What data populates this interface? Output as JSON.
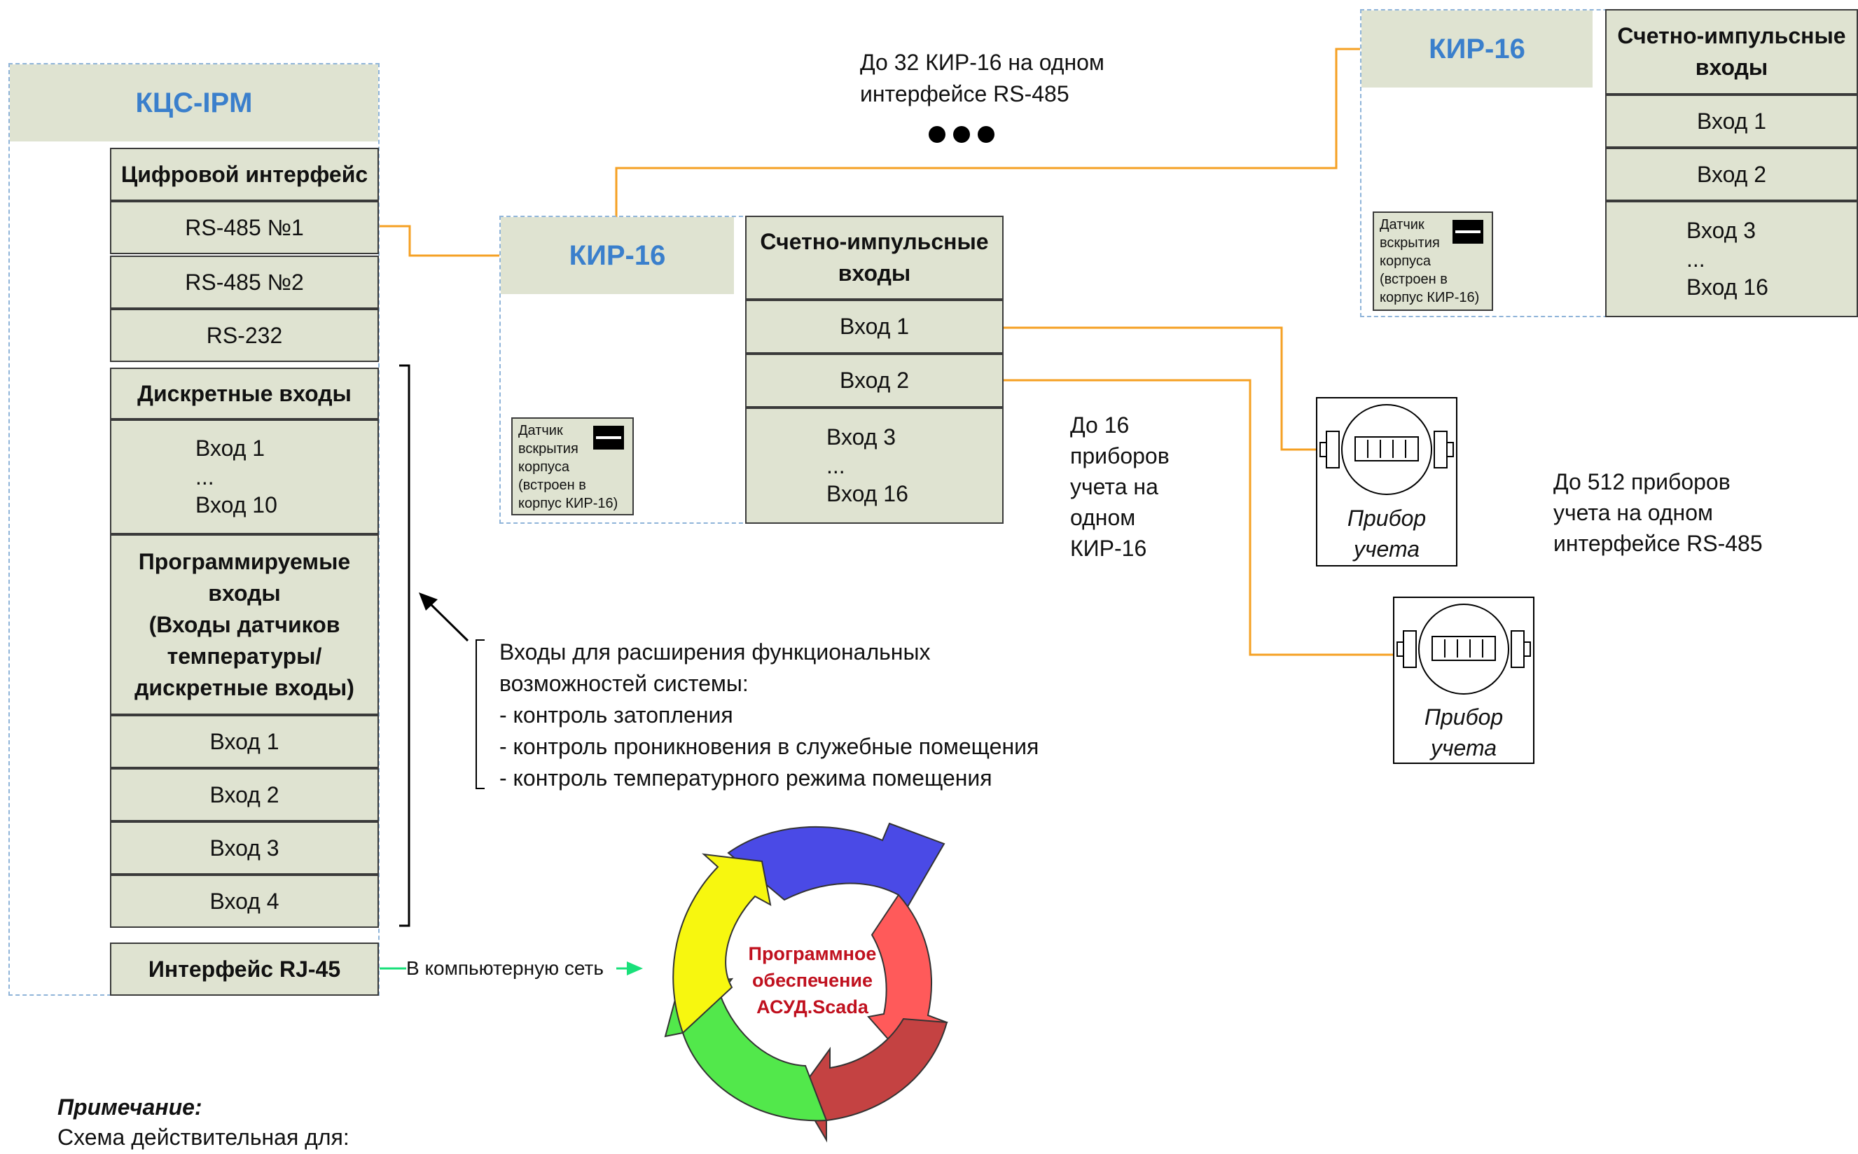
{
  "kcs": {
    "title": "КЦС-IPM",
    "digital_header": "Цифровой интерфейс",
    "rs485_1": "RS-485 №1",
    "rs485_2": "RS-485 №2",
    "rs232": "RS-232",
    "discrete_header": "Дискретные входы",
    "discrete_first": "Вход 1",
    "discrete_ellipsis": "...",
    "discrete_last": "Вход 10",
    "prog_header_lines": [
      "Программируемые",
      "входы",
      "(Входы датчиков",
      "температуры/",
      "дискретные входы)"
    ],
    "prog_inputs": [
      "Вход 1",
      "Вход 2",
      "Вход 3",
      "Вход 4"
    ],
    "rj45": "Интерфейс RJ-45"
  },
  "kir_main": {
    "title": "КИР-16",
    "pulse_header_lines": [
      "Счетно-импульсные",
      "входы"
    ],
    "input1": "Вход 1",
    "input2": "Вход 2",
    "input3": "Вход 3",
    "ellipsis": "...",
    "input16": "Вход 16",
    "sensor_lines": [
      "Датчик",
      "вскрытия",
      "корпуса",
      "(встроен в",
      "корпус КИР-16)"
    ]
  },
  "kir_top": {
    "title": "КИР-16",
    "pulse_header_lines": [
      "Счетно-импульсные",
      "входы"
    ],
    "input1": "Вход 1",
    "input2": "Вход 2",
    "input3": "Вход 3",
    "ellipsis": "...",
    "input16": "Вход 16",
    "sensor_lines": [
      "Датчик",
      "вскрытия",
      "корпуса",
      "(встроен в",
      "корпус КИР-16)"
    ]
  },
  "notes": {
    "up_to_32_lines": [
      "До 32 КИР-16 на одном",
      "интерфейсе RS-485"
    ],
    "up_to_16_lines": [
      "До 16",
      "приборов",
      "учета на",
      "одном",
      "КИР-16"
    ],
    "up_to_512_lines": [
      "До 512 приборов",
      "учета на одном",
      "интерфейсе RS-485"
    ],
    "expansion_lines": [
      "Входы для расширения функциональных",
      "возможностей системы:",
      "- контроль затопления",
      "- контроль проникновения в служебные помещения",
      "- контроль температурного режима помещения"
    ],
    "network_label": "В компьютерную сеть",
    "footnote_title": "Примечание:",
    "footnote_text": "Схема действительная для:"
  },
  "meters": [
    {
      "label_lines": [
        "Прибор",
        "учета"
      ]
    },
    {
      "label_lines": [
        "Прибор",
        "учета"
      ]
    }
  ],
  "software": {
    "label_lines": [
      "Программное",
      "обеспечение",
      "АСУД.Scada"
    ]
  },
  "colors": {
    "box_fill": "#dfe3d1",
    "title_blue": "#3a7fcc",
    "connector_orange": "#f5a023",
    "dash_blue": "#8fb4d9",
    "network_green": "#19e07a",
    "cycle_blue": "#4a4ae6",
    "cycle_red": "#ff5a5a",
    "cycle_darkred": "#c44242",
    "cycle_green": "#52e84b",
    "cycle_yellow": "#f7f70f",
    "software_red": "#c0101e"
  }
}
